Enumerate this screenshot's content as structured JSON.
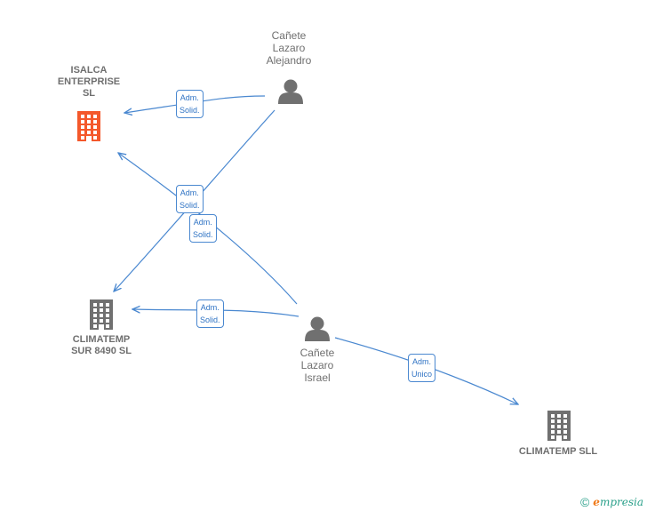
{
  "nodes": {
    "isalca": {
      "label": "ISALCA\nENTERPRISE\nSL",
      "type": "company",
      "highlight": true,
      "color": "#f4582b"
    },
    "alejandro": {
      "label": "Cañete\nLazaro\nAlejandro",
      "type": "person",
      "color": "#707070"
    },
    "climatemp_sur": {
      "label": "CLIMATEMP\nSUR 8490  SL",
      "type": "company",
      "color": "#707070"
    },
    "israel": {
      "label": "Cañete\nLazaro\nIsrael",
      "type": "person",
      "color": "#707070"
    },
    "climatemp_sll": {
      "label": "CLIMATEMP SLL",
      "type": "company",
      "color": "#707070"
    }
  },
  "edges": [
    {
      "from": "alejandro",
      "to": "isalca",
      "label": "Adm.\nSolid."
    },
    {
      "from": "alejandro",
      "to": "climatemp_sur",
      "label": "Adm.\nSolid."
    },
    {
      "from": "israel",
      "to": "isalca",
      "label": "Adm.\nSolid."
    },
    {
      "from": "israel",
      "to": "climatemp_sur",
      "label": "Adm.\nSolid."
    },
    {
      "from": "israel",
      "to": "climatemp_sll",
      "label": "Adm.\nUnico"
    }
  ],
  "edge_color": "#4a88d0",
  "footer": {
    "copyright": "©",
    "brand_initial": "e",
    "brand_rest": "mpresia"
  }
}
